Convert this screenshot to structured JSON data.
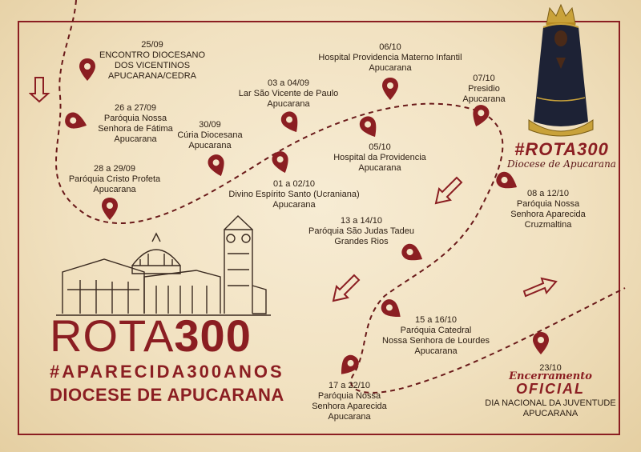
{
  "colors": {
    "accent": "#8b1e22",
    "text": "#2b1d12",
    "paper": "#f3e4c6"
  },
  "stops": [
    {
      "id": "vicentinos",
      "lines": [
        "25/09",
        "ENCONTRO DIOCESANO",
        "DOS VICENTINOS",
        "APUCARANA/CEDRA"
      ]
    },
    {
      "id": "fatima",
      "lines": [
        "26 a 27/09",
        "Paróquia Nossa",
        "Senhora de Fátima",
        "Apucarana"
      ]
    },
    {
      "id": "cristo",
      "lines": [
        "28 a 29/09",
        "Paróquia Cristo Profeta",
        "Apucarana"
      ]
    },
    {
      "id": "curia",
      "lines": [
        "30/09",
        "Cúria Diocesana",
        "Apucarana"
      ]
    },
    {
      "id": "lar",
      "lines": [
        "03 a 04/09",
        "Lar São Vicente de Paulo",
        "Apucarana"
      ]
    },
    {
      "id": "hospital-materno",
      "lines": [
        "06/10",
        "Hospital Providencia Materno Infantil",
        "Apucarana"
      ]
    },
    {
      "id": "presidio",
      "lines": [
        "07/10",
        "Presidio",
        "Apucarana"
      ]
    },
    {
      "id": "hospital-prov",
      "lines": [
        "05/10",
        "Hospital da Providencia",
        "Apucarana"
      ]
    },
    {
      "id": "espirito",
      "lines": [
        "01 a 02/10",
        "Divino Espírito Santo (Ucraniana)",
        "Apucarana"
      ]
    },
    {
      "id": "judas",
      "lines": [
        "13 a 14/10",
        "Paróquia São Judas Tadeu",
        "Grandes Rios"
      ]
    },
    {
      "id": "cruzmaltina",
      "lines": [
        "08 a 12/10",
        "Paróquia Nossa",
        "Senhora Aparecida",
        "Cruzmaltina"
      ]
    },
    {
      "id": "catedral",
      "lines": [
        "15 a 16/10",
        "Paróquia Catedral",
        "Nossa Senhora de Lourdes",
        "Apucarana"
      ]
    },
    {
      "id": "aparecida-apu",
      "lines": [
        "17 a 22/10",
        "Paróquia Nossa",
        "Senhora Aparecida",
        "Apucarana"
      ]
    },
    {
      "id": "juventude",
      "lines": [
        "23/10",
        "DIA NACIONAL DA JUVENTUDE",
        "APUCARANA"
      ]
    }
  ],
  "encerramento": {
    "line1": "Encerramento",
    "line2": "OFICIAL"
  },
  "brand": {
    "title_word": "ROTA",
    "title_num": "300",
    "hashtag": "#APARECIDA300ANOS",
    "diocese": "DIOCESE DE APUCARANA"
  },
  "logo_right": {
    "title": "#ROTA300",
    "subtitle": "Diocese de Apucarana"
  }
}
